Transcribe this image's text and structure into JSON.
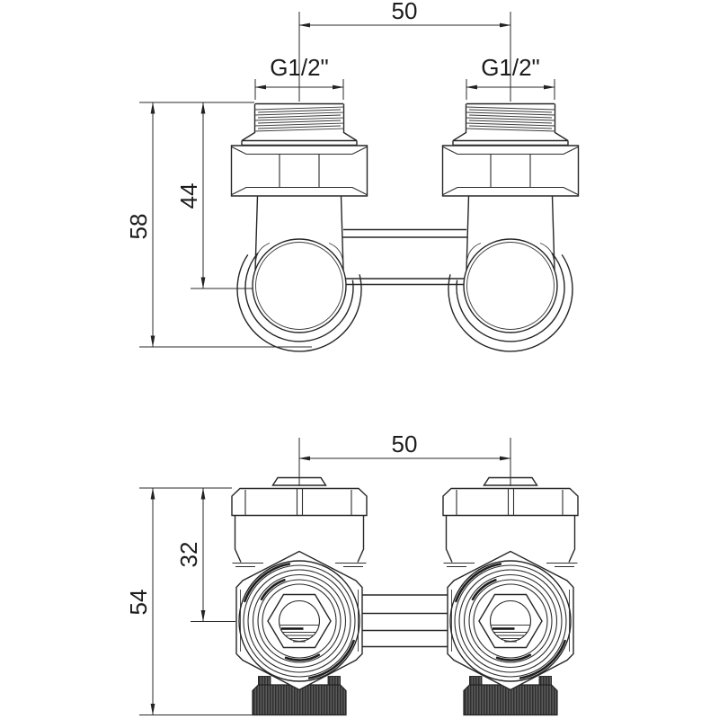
{
  "colors": {
    "background": "#ffffff",
    "line": "#262626",
    "knurl_dark": "#2f2f2f"
  },
  "side_view": {
    "center_distance": "50",
    "thread_size_left": "G1/2\"",
    "thread_size_right": "G1/2\"",
    "overall_height": "58",
    "axis_height": "44"
  },
  "front_view": {
    "center_distance": "50",
    "overall_height": "54",
    "axis_height": "32"
  }
}
